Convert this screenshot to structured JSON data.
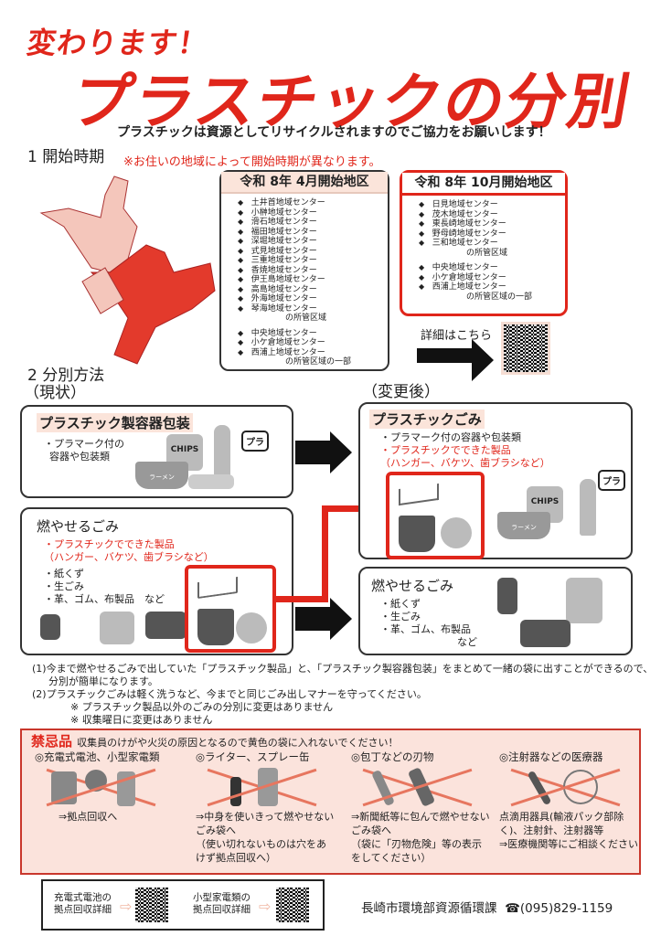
{
  "header": {
    "kicker": "変わります！",
    "title": "プラスチックの分別",
    "subtitle": "プラスチックは資源としてリサイクルされますのでご協力をお願いします！"
  },
  "section1": {
    "heading": "1  開始時期",
    "note": "※お住いの地域によって開始時期が異なります。",
    "april": {
      "title": "令和 8年 4月開始地区",
      "group1": [
        "土井首地域センター",
        "小榊地域センター",
        "滑石地域センター",
        "福田地域センター",
        "深堀地域センター",
        "式見地域センター",
        "三重地域センター",
        "香焼地域センター",
        "伊王島地域センター",
        "高島地域センター",
        "外海地域センター",
        "琴海地域センター"
      ],
      "group1_suffix": "の所管区域",
      "group2": [
        "中央地域センター",
        "小ケ倉地域センター",
        "西浦上地域センター"
      ],
      "group2_suffix": "の所管区域の一部"
    },
    "october": {
      "title": "令和 8年 10月開始地区",
      "group1": [
        "日見地域センター",
        "茂木地域センター",
        "東長崎地域センター",
        "野母崎地域センター",
        "三和地域センター"
      ],
      "group1_suffix": "の所管区域",
      "group2": [
        "中央地域センター",
        "小ケ倉地域センター",
        "西浦上地域センター"
      ],
      "group2_suffix": "の所管区域の一部"
    },
    "details_label": "詳細はこちら"
  },
  "section2": {
    "heading": "2  分別方法",
    "current_label": "（現状）",
    "after_label": "（変更後）",
    "current": {
      "packaging": {
        "title": "プラスチック製容器包装",
        "items": [
          "・プラマーク付の",
          "容器や包装類"
        ]
      },
      "burnable": {
        "title": "燃やせるごみ",
        "red_items": [
          "・プラスチックでできた製品",
          "（ハンガー、バケツ、歯ブラシなど）"
        ],
        "items": [
          "・紙くず",
          "・生ごみ",
          "・革、ゴム、布製品　など"
        ]
      }
    },
    "after": {
      "plastic": {
        "title": "プラスチックごみ",
        "items": [
          "・プラマーク付の容器や包装類"
        ],
        "red_items": [
          "・プラスチックでできた製品",
          "（ハンガー、バケツ、歯ブラシなど）"
        ]
      },
      "burnable": {
        "title": "燃やせるごみ",
        "items": [
          "・紙くず",
          "・生ごみ",
          "・革、ゴム、布製品",
          "など"
        ]
      }
    },
    "pla_mark": "プラ",
    "chips_label": "CHIPS",
    "ramen_label": "ラーメン"
  },
  "notes": [
    "(1)今まで燃やせるごみで出していた「プラスチック製品」と、「プラスチック製容器包装」をまとめて一緒の袋に出すことができるので、",
    "分別が簡単になります。",
    "(2)プラスチックごみは軽く洗うなど、今までと同じごみ出しマナーを守ってください。",
    "※ プラスチック製品以外のごみの分別に変更はありません",
    "※ 収集曜日に変更はありません"
  ],
  "prohibited": {
    "label": "禁忌品",
    "message": "収集員のけがや火災の原因となるので黄色の袋に入れないでください！",
    "items": [
      {
        "title": "◎充電式電池、小型家電類",
        "text": [
          "⇒拠点回収へ"
        ]
      },
      {
        "title": "◎ライター、スプレー缶",
        "text": [
          "⇒中身を使いきって燃やせないごみ袋へ",
          "（使い切れないものは穴をあけず拠点回収へ）"
        ]
      },
      {
        "title": "◎包丁などの刃物",
        "text": [
          "⇒新聞紙等に包んで燃やせないごみ袋へ",
          "（袋に「刃物危険」等の表示をしてください）"
        ]
      },
      {
        "title": "◎注射器などの医療器",
        "text": [
          "点滴用器具(輸液パック部除く)、注射針、注射器等",
          "⇒医療機関等にご相談ください"
        ]
      }
    ]
  },
  "footer": {
    "battery_link": [
      "充電式電池の",
      "拠点回収詳細"
    ],
    "appliance_link": [
      "小型家電類の",
      "拠点回収詳細"
    ],
    "contact": "長崎市環境部資源循環課",
    "phone": "☎(095)829-1159"
  },
  "colors": {
    "accent": "#e0261b",
    "pink": "#fbe4da"
  }
}
